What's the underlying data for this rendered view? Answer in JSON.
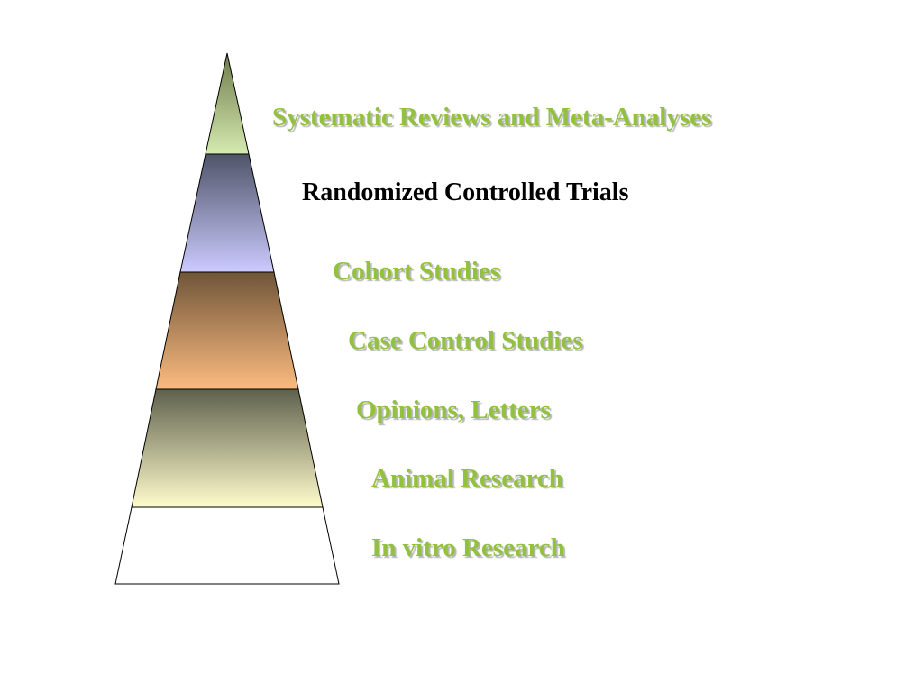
{
  "diagram": {
    "levels": [
      {
        "label": "Systematic Reviews and Meta-Analyses",
        "label_color": "#92c13e",
        "fill_top": "#6f7b4b",
        "fill_bottom": "#d5eab0"
      },
      {
        "label": "Randomized Controlled Trials",
        "label_color": "#000000",
        "fill_top": "#4f5468",
        "fill_bottom": "#cccaff"
      },
      {
        "label": "Cohort Studies",
        "label_color": "#92c13e",
        "fill_top": "#6f5538",
        "fill_bottom": "#fcbb7f"
      },
      {
        "label": "Case Control Studies",
        "label_color": "#92c13e",
        "fill_top": "#5e604c",
        "fill_bottom": "#fffccc"
      },
      {
        "label": "Opinions, Letters",
        "label_color": "#92c13e",
        "fill_top": "#ffffff",
        "fill_bottom": "#ffffff"
      },
      {
        "label": "Animal Research",
        "label_color": "#92c13e",
        "fill_top": null,
        "fill_bottom": null
      },
      {
        "label": "In vitro Research",
        "label_color": "#92c13e",
        "fill_top": null,
        "fill_bottom": null
      }
    ]
  }
}
